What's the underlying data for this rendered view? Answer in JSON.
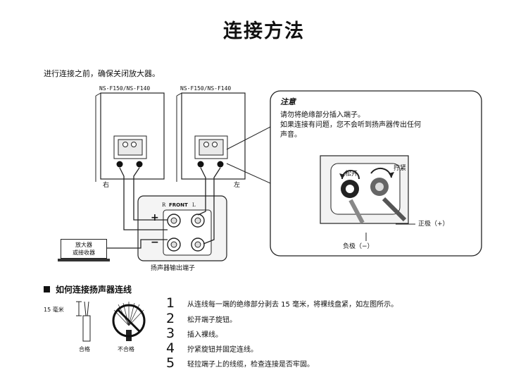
{
  "title": "连接方法",
  "intro": "进行连接之前，确保关闭放大器。",
  "speakers": {
    "left_model": "NS-F150/NS-F140",
    "right_model": "NS-F150/NS-F140",
    "label_right": "右",
    "label_left": "左"
  },
  "amplifier": {
    "label_line1": "放大器",
    "label_line2": "或接收器",
    "front_label": "FRONT",
    "r_mark": "R",
    "l_mark": "L",
    "plus": "+",
    "minus": "−",
    "terminal_caption": "扬声器输出端子"
  },
  "note": {
    "title": "注意",
    "line1": "请勿将绝缘部分插入端子。",
    "line2": "如果连接有问题，您不会听到扬声器传出任何",
    "line3": "声音。",
    "loosen": "松开",
    "tighten": "拧紧",
    "positive": "正极（+）",
    "negative": "负极（−）"
  },
  "howto": {
    "heading": "如何连接扬声器连线",
    "strip_length": "15 毫米",
    "pass": "合格",
    "fail": "不合格",
    "steps": [
      {
        "num": "1",
        "text": "从连线每一端的绝缘部分剥去 15 毫米，将裸线盘紧，如左图所示。"
      },
      {
        "num": "2",
        "text": "松开端子旋钮。"
      },
      {
        "num": "3",
        "text": "插入裸线。"
      },
      {
        "num": "4",
        "text": "拧紧旋钮并固定连线。"
      },
      {
        "num": "5",
        "text": "轻拉端子上的线缆，检查连接是否牢固。"
      }
    ]
  }
}
